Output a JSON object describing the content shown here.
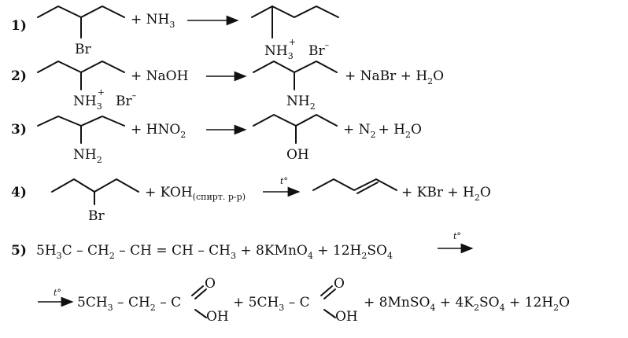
{
  "reactions": [
    {
      "label": "1)",
      "reagent": "+ NH",
      "reagent_sub": "3",
      "reactant_sub": "Br",
      "product_sub": "NH",
      "product_sub_3": "3",
      "product_sub_plus": "+",
      "product_counter": "Br",
      "product_counter_minus": "–"
    },
    {
      "label": "2)",
      "reactant_sub": "NH",
      "reactant_sub_3": "3",
      "reactant_plus": "+",
      "reactant_counter": "Br",
      "reactant_counter_minus": "–",
      "reagent": "+ NaOH",
      "product_sub": "NH",
      "product_sub_2": "2",
      "byproducts": "+ NaBr + H",
      "byproducts_sub": "2",
      "byproducts_end": "O"
    },
    {
      "label": "3)",
      "reactant_sub": "NH",
      "reactant_sub_2": "2",
      "reagent": "+ HNO",
      "reagent_sub": "2",
      "product_sub": "OH",
      "byproducts": "+ N",
      "byproducts_sub": "2",
      "byproducts_mid": "+ H",
      "byproducts_sub2": "2",
      "byproducts_end": "O"
    },
    {
      "label": "4)",
      "reactant_sub": "Br",
      "reagent": "+ KOH",
      "reagent_note": "(спирт. р-р)",
      "condition": "t°",
      "byproducts": "+ KBr + H",
      "byproducts_sub": "2",
      "byproducts_end": "O"
    },
    {
      "label": "5)",
      "line1": [
        "5H",
        "3",
        "C – CH",
        "2",
        " – CH = CH – CH",
        "3",
        " + 8KMnO",
        "4",
        " + 12H",
        "2",
        "SO",
        "4"
      ],
      "condition": "t°",
      "line2_condition": "t°",
      "p1": [
        "5CH",
        "3",
        " – CH",
        "2",
        " – C"
      ],
      "p1_o": "O",
      "p1_oh": "OH",
      "p2": [
        "+ 5CH",
        "3",
        " – C"
      ],
      "p2_o": "O",
      "p2_oh": "OH",
      "rest": [
        "+ 8MnSO",
        "4",
        " + 4K",
        "2",
        "SO",
        "4",
        " + 12H",
        "2",
        "O"
      ]
    }
  ]
}
